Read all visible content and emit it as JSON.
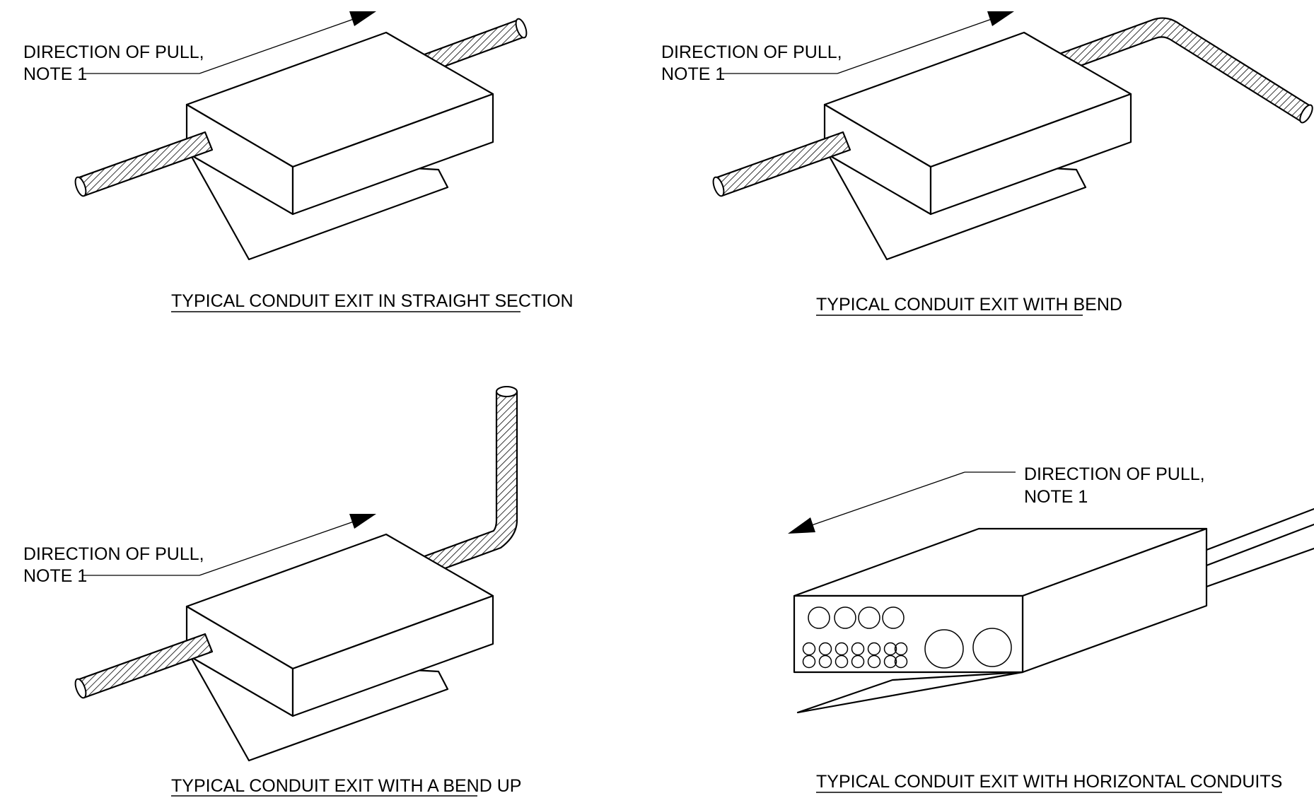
{
  "panels": [
    {
      "id": "straight",
      "note_line1": "DIRECTION OF PULL,",
      "note_line2": "NOTE 1",
      "caption": "TYPICAL CONDUIT EXIT IN STRAIGHT SECTION"
    },
    {
      "id": "bend",
      "note_line1": "DIRECTION OF PULL,",
      "note_line2": "NOTE 1",
      "caption": "TYPICAL CONDUIT EXIT WITH BEND"
    },
    {
      "id": "bend-up",
      "note_line1": "DIRECTION OF PULL,",
      "note_line2": "NOTE 1",
      "caption": "TYPICAL CONDUIT EXIT WITH A BEND UP"
    },
    {
      "id": "horizontal",
      "note_line1": "DIRECTION OF PULL,",
      "note_line2": "NOTE 1",
      "caption": "TYPICAL CONDUIT EXIT WITH HORIZONTAL CONDUITS"
    }
  ],
  "colors": {
    "line": "#000000",
    "background": "#ffffff"
  }
}
